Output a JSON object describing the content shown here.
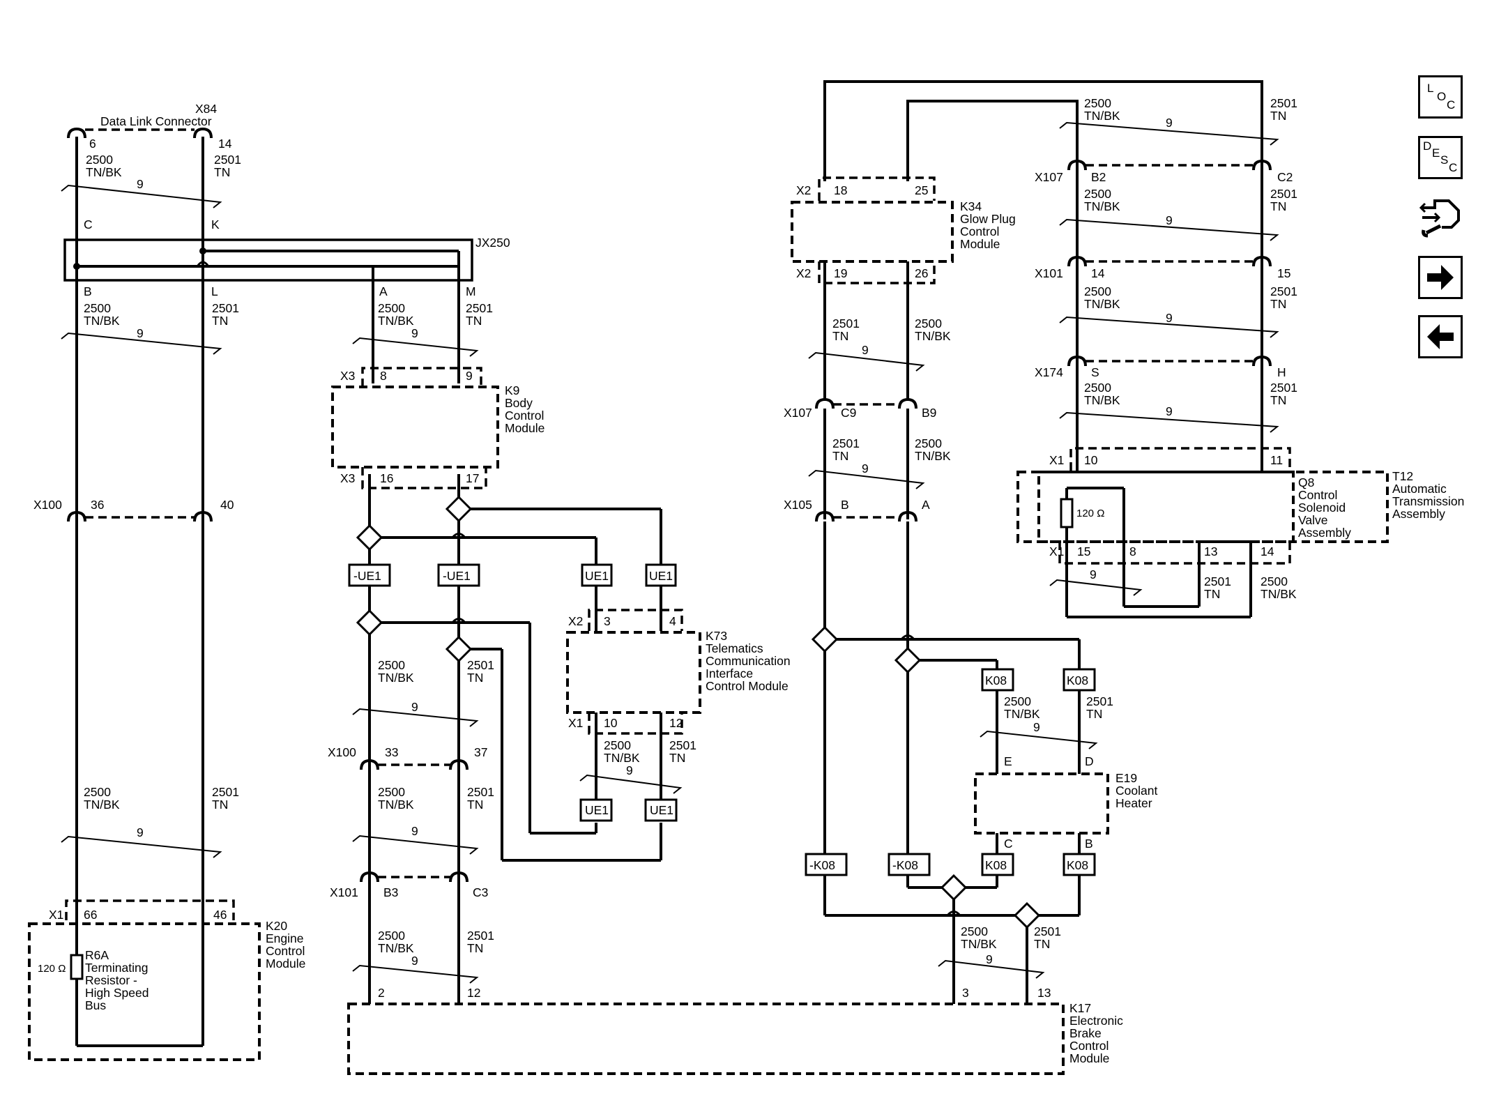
{
  "nav": {
    "loc": [
      "L",
      "O",
      "C"
    ],
    "desc": [
      "D",
      "E",
      "S",
      "C"
    ],
    "icons": [
      "loc-icon",
      "desc-icon",
      "connector-wrench-icon",
      "arrow-right-icon",
      "arrow-left-icon"
    ]
  },
  "wires": {
    "hi_gauge": "2500",
    "hi_color": "TN/BK",
    "lo_gauge": "2501",
    "lo_color": "TN",
    "twist": "9"
  },
  "x84": {
    "ref": "X84",
    "name": "Data Link Connector",
    "pin_hi": "6",
    "pin_lo": "14"
  },
  "jx250": {
    "ref": "JX250",
    "pin_c": "C",
    "pin_k": "K",
    "pin_b": "B",
    "pin_l": "L",
    "pin_a": "A",
    "pin_m": "M"
  },
  "x100": {
    "ref": "X100",
    "p36": "36",
    "p40": "40",
    "p33": "33",
    "p37": "37"
  },
  "k20": {
    "conn": "X1",
    "pin_hi": "66",
    "pin_lo": "46",
    "ref": "K20",
    "name": [
      "Engine",
      "Control",
      "Module"
    ]
  },
  "r6a": {
    "ref": "R6A",
    "name": [
      "Terminating",
      "Resistor -",
      "High Speed",
      "Bus"
    ],
    "value": "120 Ω"
  },
  "k9": {
    "conn": "X3",
    "pin_in_hi": "8",
    "pin_in_lo": "9",
    "pin_out_hi": "16",
    "pin_out_lo": "17",
    "ref": "K9",
    "name": [
      "Body",
      "Control",
      "Module"
    ]
  },
  "options": {
    "not_ue1": "-UE1",
    "ue1": "UE1",
    "not_k08": "-K08",
    "k08": "K08"
  },
  "k73": {
    "conn": "X2",
    "pin_in_hi": "3",
    "pin_in_lo": "4",
    "conn_out": "X1",
    "pin_out_hi": "10",
    "pin_out_lo": "12",
    "ref": "K73",
    "name": [
      "Telematics",
      "Communication",
      "Interface",
      "Control Module"
    ]
  },
  "x101": {
    "ref": "X101",
    "pB3": "B3",
    "pC3": "C3",
    "p14": "14",
    "p15": "15"
  },
  "k17": {
    "pin1": "2",
    "pin2": "12",
    "pin3": "3",
    "pin4": "13",
    "ref": "K17",
    "name": [
      "Electronic",
      "Brake",
      "Control",
      "Module"
    ]
  },
  "k34": {
    "conn": "X2",
    "pin18": "18",
    "pin25": "25",
    "pin19": "19",
    "pin26": "26",
    "ref": "K34",
    "name": [
      "Glow Plug",
      "Control",
      "Module"
    ]
  },
  "x107": {
    "ref": "X107",
    "pC9": "C9",
    "pB9": "B9",
    "pB2": "B2",
    "pC2": "C2"
  },
  "x105": {
    "ref": "X105",
    "pB": "B",
    "pA": "A"
  },
  "x174": {
    "ref": "X174",
    "pS": "S",
    "pH": "H"
  },
  "t12": {
    "conn": "X1",
    "p10": "10",
    "p11": "11",
    "p15": "15",
    "p8": "8",
    "p13": "13",
    "p14": "14",
    "ref": "T12",
    "name": [
      "Automatic",
      "Transmission",
      "Assembly"
    ]
  },
  "q8": {
    "ref": "Q8",
    "name": [
      "Control",
      "Solenoid",
      "Valve",
      "Assembly"
    ],
    "value": "120 Ω"
  },
  "e19": {
    "pin_e": "E",
    "pin_d": "D",
    "pin_c": "C",
    "pin_b": "B",
    "ref": "E19",
    "name": [
      "Coolant",
      "Heater"
    ]
  }
}
